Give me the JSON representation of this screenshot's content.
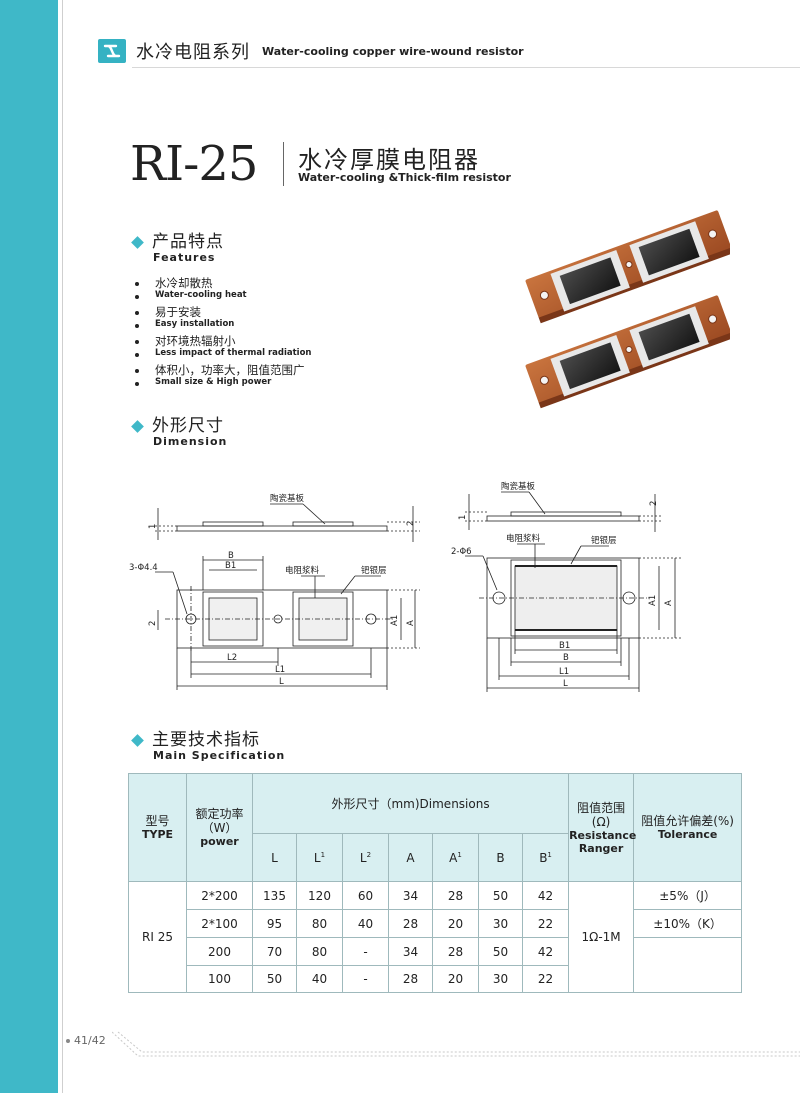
{
  "header": {
    "cn": "水冷电阻系列",
    "en": "Water-cooling copper wire-wound resistor"
  },
  "product": {
    "model": "RI-25",
    "title_cn": "水冷厚膜电阻器",
    "title_en": "Water-cooling &Thick-film resistor"
  },
  "features": {
    "title_cn": "产品特点",
    "title_en": "Features",
    "items": [
      {
        "cn": "水冷却散热",
        "en": "Water-cooling heat"
      },
      {
        "cn": "易于安装",
        "en": "Easy installation"
      },
      {
        "cn": "对环境热辐射小",
        "en": "Less impact of thermal radiation"
      },
      {
        "cn": "体积小，功率大，阻值范围广",
        "en": "Small size & High power"
      }
    ]
  },
  "dimension": {
    "title_cn": "外形尺寸",
    "title_en": "Dimension",
    "left": {
      "label_substrate": "陶瓷基板",
      "label_paste": "电阻浆料",
      "label_layer": "钯银层",
      "label_hole": "3-Φ4.4",
      "dim_1": "1",
      "dim_2": "2",
      "dim_2b": "2",
      "B": "B",
      "B1": "B1",
      "A": "A",
      "A1": "A1",
      "L": "L",
      "L1": "L1",
      "L2": "L2"
    },
    "right": {
      "label_substrate": "陶瓷基板",
      "label_paste": "电阻浆料",
      "label_layer": "钯银层",
      "label_hole": "2-Φ6",
      "dim_1": "1",
      "dim_2": "2",
      "A": "A",
      "A1": "A1",
      "B": "B",
      "B1": "B1",
      "L": "L",
      "L1": "L1"
    }
  },
  "spec": {
    "title_cn": "主要技术指标",
    "title_en": "Main Specification",
    "head": {
      "type_cn": "型号",
      "type_en": "TYPE",
      "power_cn": "额定功率",
      "power_unit": "（W）",
      "power_en": "power",
      "dims": "外形尺寸（mm)Dimensions",
      "range_cn": "阻值范围",
      "range_unit": "(Ω)",
      "range_en1": "Resistance",
      "range_en2": "Ranger",
      "tol_cn": "阻值允许偏差(%)",
      "tol_en": "Tolerance",
      "L": "L",
      "L1": "L",
      "L1sup": "1",
      "L2": "L",
      "L2sup": "2",
      "A": "A",
      "A1": "A",
      "A1sup": "1",
      "B": "B",
      "B1": "B",
      "B1sup": "1"
    },
    "type": "RI 25",
    "range": "1Ω-1M",
    "tol": [
      "±5%（J）",
      "±10%（K）"
    ],
    "rows": [
      {
        "power": "2*200",
        "L": "135",
        "L1": "120",
        "L2": "60",
        "A": "34",
        "A1": "28",
        "B": "50",
        "B1": "42"
      },
      {
        "power": "2*100",
        "L": "95",
        "L1": "80",
        "L2": "40",
        "A": "28",
        "A1": "20",
        "B": "30",
        "B1": "22"
      },
      {
        "power": "200",
        "L": "70",
        "L1": "80",
        "L2": "-",
        "A": "34",
        "A1": "28",
        "B": "50",
        "B1": "42"
      },
      {
        "power": "100",
        "L": "50",
        "L1": "40",
        "L2": "-",
        "A": "28",
        "A1": "20",
        "B": "30",
        "B1": "22"
      }
    ]
  },
  "page": "41/42",
  "colors": {
    "accent": "#3fb8c8",
    "table_head": "#d8eff1"
  }
}
